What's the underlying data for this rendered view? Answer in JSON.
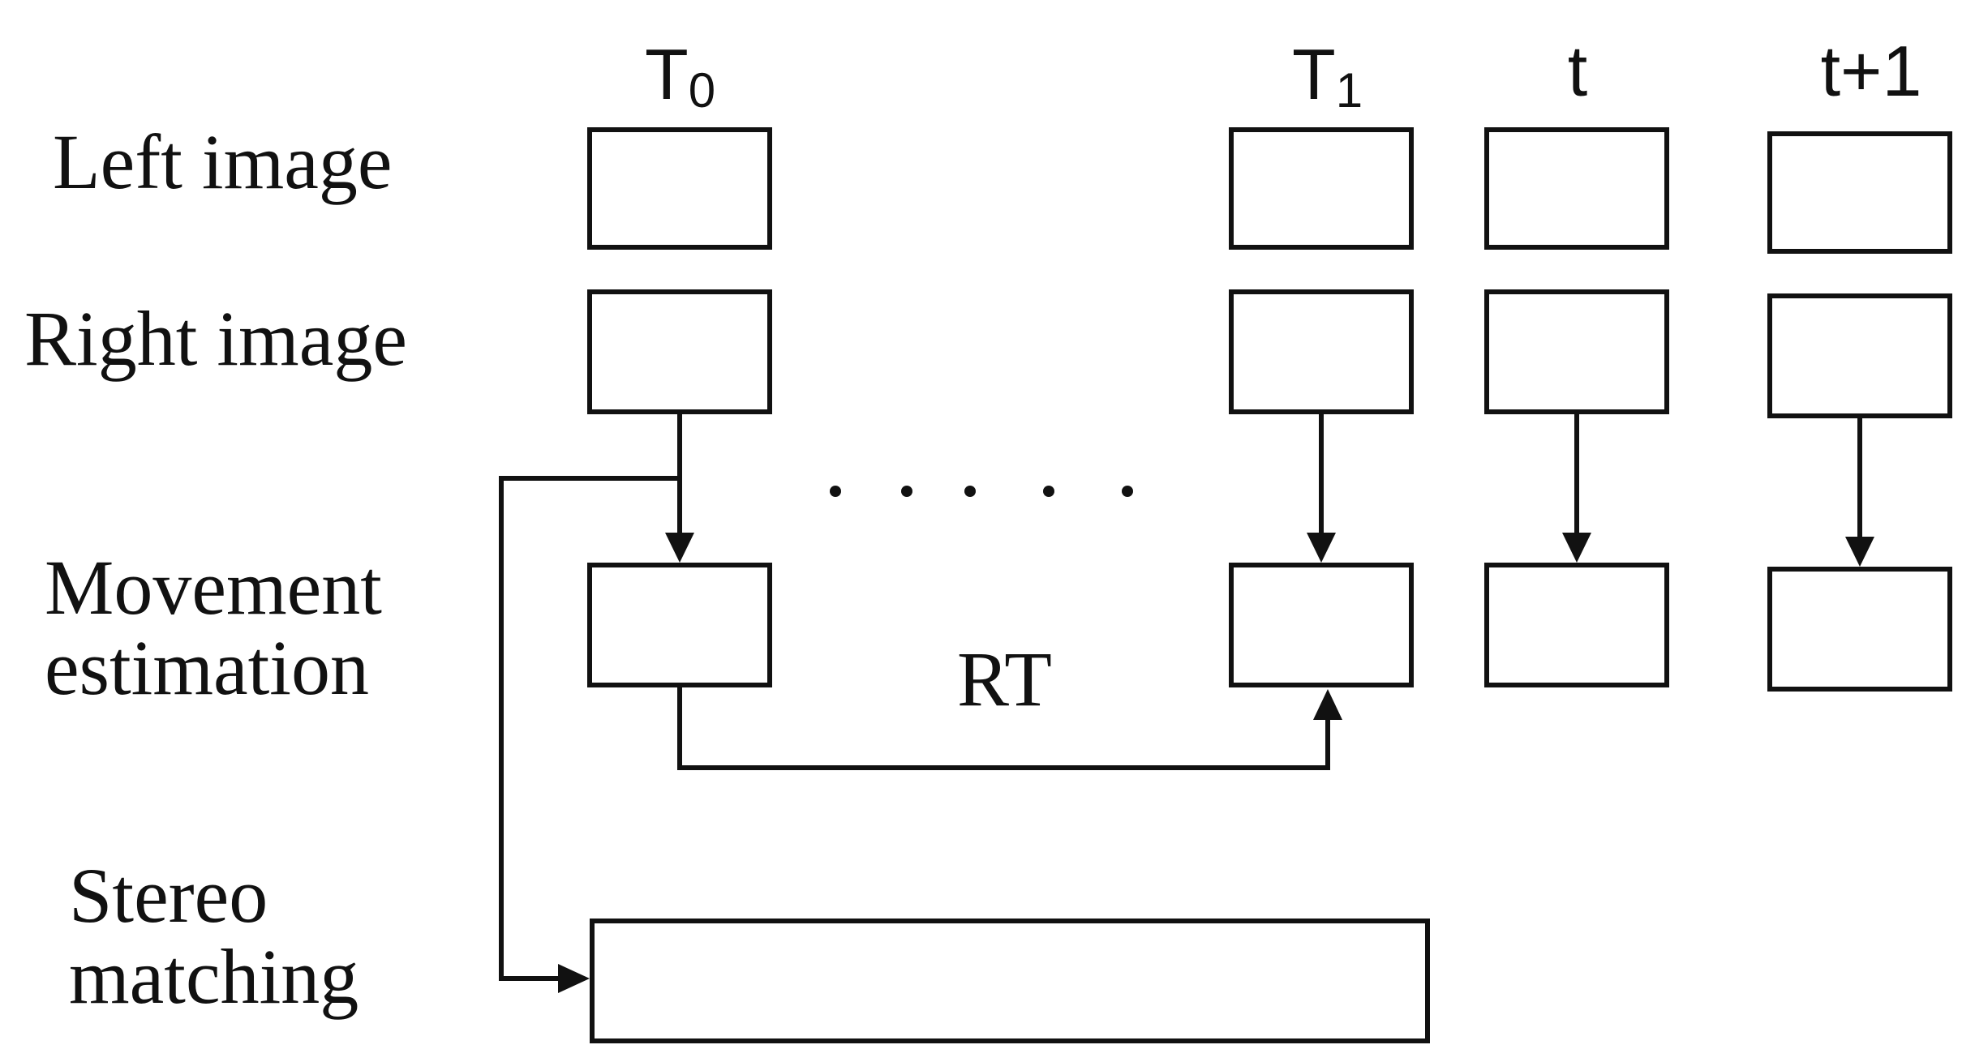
{
  "rows": {
    "left_image": "Left image",
    "right_image": "Right image",
    "movement_line1": "Movement",
    "movement_line2": "estimation",
    "stereo_line1": "Stereo",
    "stereo_line2": "matching"
  },
  "columns": {
    "t0_base": "T",
    "t0_sub": "0",
    "t1_base": "T",
    "t1_sub": "1",
    "t": "t",
    "t_plus_1": "t+1"
  },
  "ellipsis": "· · · · ·",
  "edge_label_rt": "RT"
}
